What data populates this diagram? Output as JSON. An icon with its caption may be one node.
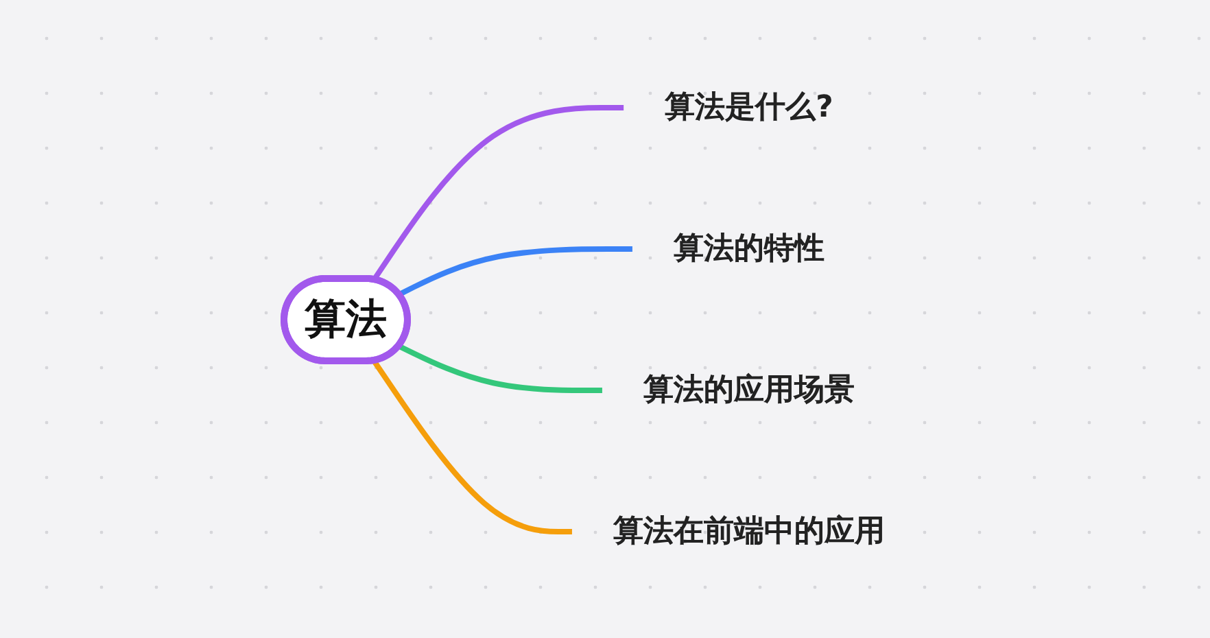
{
  "diagram": {
    "nodes": [
      {
        "text": [
          "算法"
        ]
      },
      {
        "text": [
          "算法是什么?"
        ]
      },
      {
        "text": [
          "算法的特性"
        ]
      },
      {
        "text": [
          "算法的应用场景"
        ]
      },
      {
        "text": [
          "算法在前端中的应用"
        ]
      }
    ],
    "edges": [
      {
        "from": 0,
        "to": 1,
        "arrow": "none",
        "color": "#a259ec"
      },
      {
        "from": 0,
        "to": 2,
        "arrow": "none",
        "color": "#3b82f6"
      },
      {
        "from": 0,
        "to": 3,
        "arrow": "none",
        "color": "#34c77b"
      },
      {
        "from": 0,
        "to": 4,
        "arrow": "none",
        "color": "#f59e0b"
      }
    ]
  }
}
